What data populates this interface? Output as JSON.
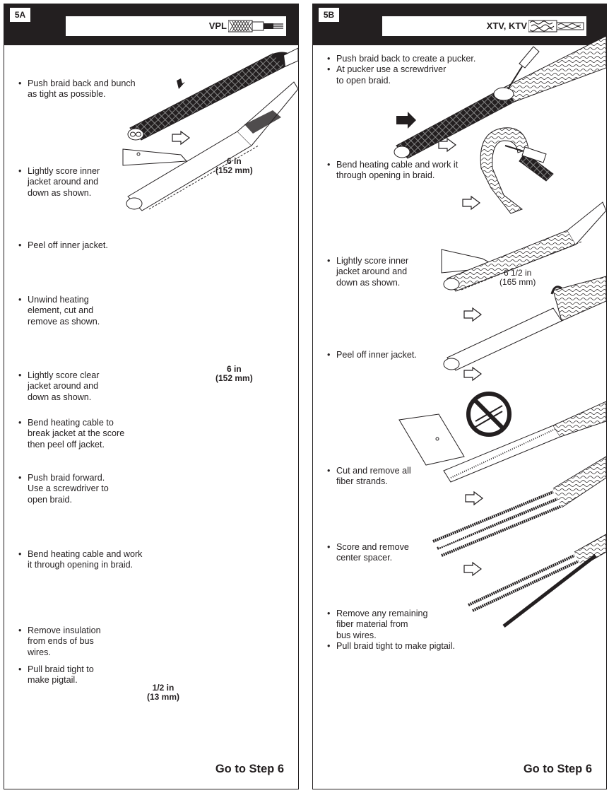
{
  "panel_a": {
    "step_id": "5A",
    "cable_type": "VPL",
    "instructions": [
      [
        "Push braid back and bunch",
        "as tight as possible."
      ],
      [
        "Lightly score inner",
        "jacket around and",
        "down as shown."
      ],
      [
        "Peel off inner jacket."
      ],
      [
        "Unwind heating",
        "element, cut and",
        "remove as shown."
      ],
      [
        "Lightly score clear",
        "jacket around and",
        "down as shown."
      ],
      [
        "Bend heating cable to",
        "break jacket at the score",
        "then peel off jacket."
      ],
      [
        "Push braid forward.",
        "Use a screwdriver to",
        "open braid."
      ],
      [
        "Bend heating cable and work",
        "it through opening in braid."
      ],
      [
        "Remove insulation",
        "from ends of bus",
        "wires."
      ],
      [
        "Pull braid tight to",
        "make pigtail."
      ]
    ],
    "dimensions": [
      [
        "6 in",
        "(152 mm)"
      ],
      [
        "6 in",
        "(152 mm)"
      ],
      [
        "1/2 in",
        "(13 mm)"
      ]
    ],
    "go_to": "Go to Step 6"
  },
  "panel_b": {
    "step_id": "5B",
    "cable_type": "XTV, KTV",
    "instructions": [
      [
        "Push braid back to create a pucker."
      ],
      [
        "At pucker use a screwdriver",
        "to open braid."
      ],
      [
        "Bend heating cable and work it",
        "through opening in braid."
      ],
      [
        "Lightly score inner",
        "jacket around and",
        "down as shown."
      ],
      [
        "Peel off inner jacket."
      ],
      [
        "Cut and remove all",
        "fiber strands."
      ],
      [
        "Score and remove",
        "center spacer."
      ],
      [
        "Remove any remaining",
        "fiber material from",
        "bus wires."
      ],
      [
        "Pull braid tight to make pigtail."
      ]
    ],
    "dimensions": [
      [
        "6 1/2 in",
        "(165 mm)"
      ]
    ],
    "go_to": "Go to Step 6"
  },
  "icons": [
    "cable-cross-section-icon",
    "push-arrow-icon",
    "knife-icon",
    "screwdriver-icon",
    "cutters-icon",
    "prohibited-icon",
    "flow-arrow-icon"
  ]
}
